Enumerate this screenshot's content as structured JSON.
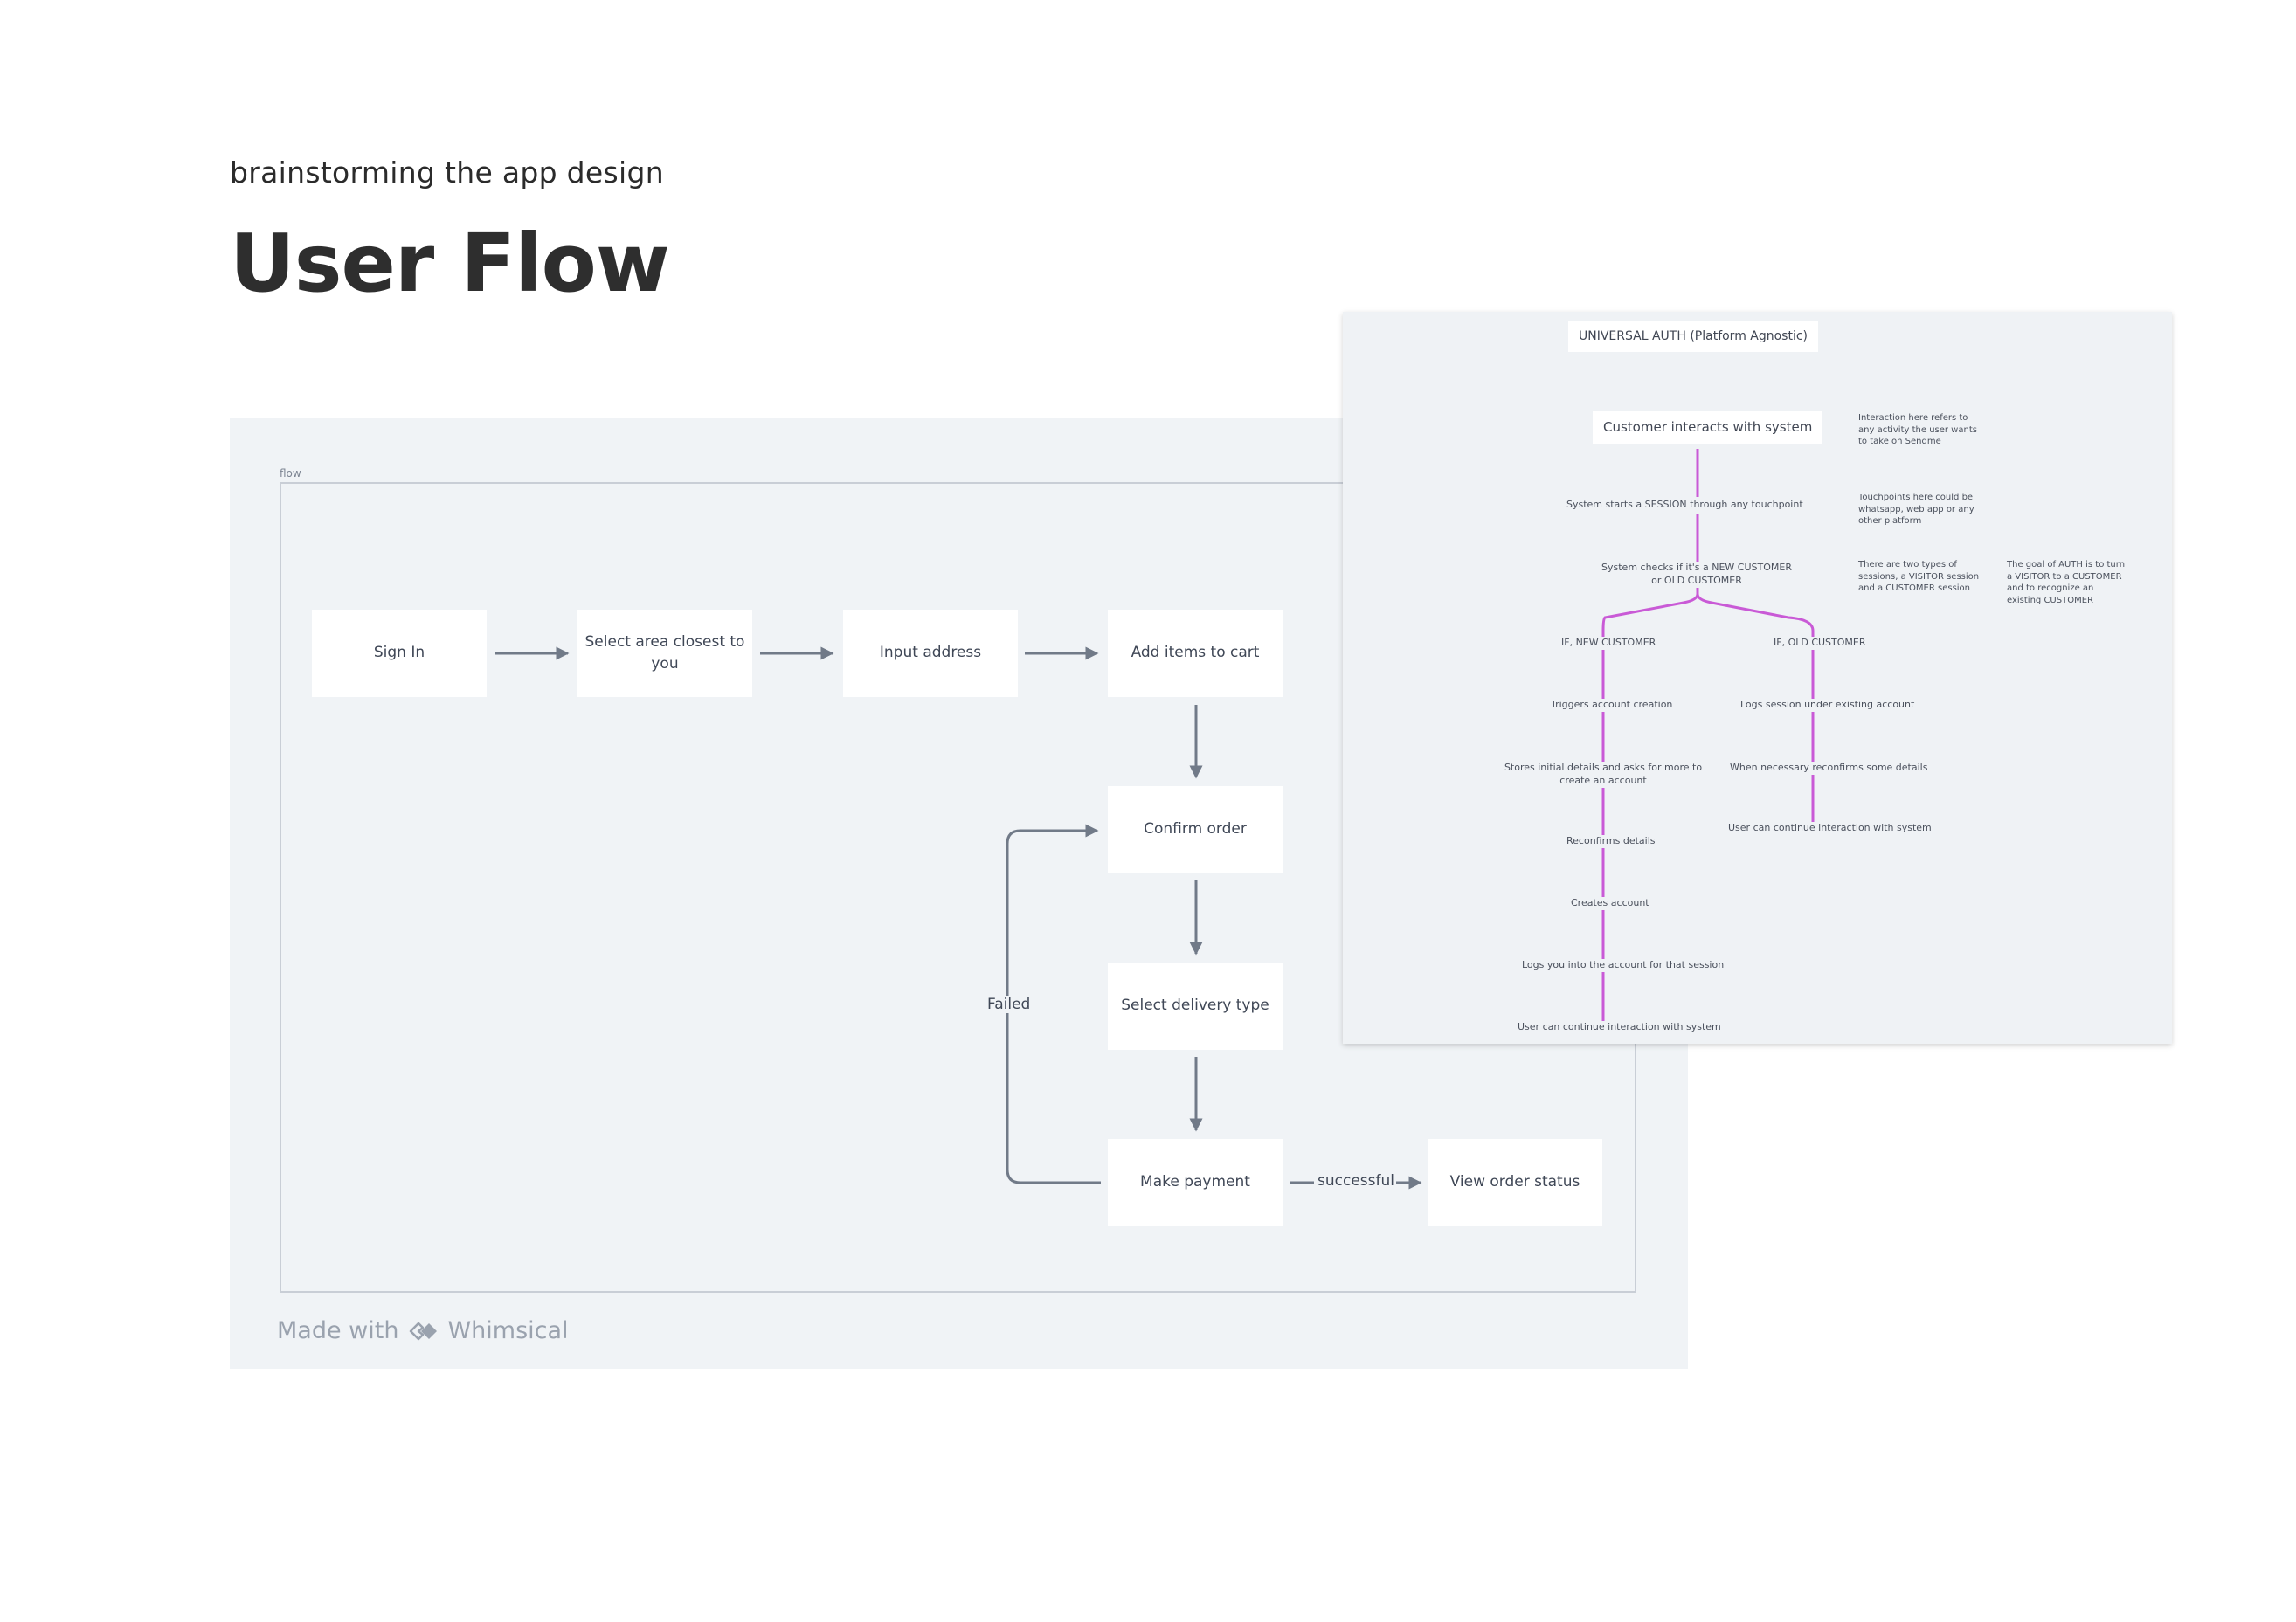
{
  "header": {
    "subtitle": "brainstorming the app design",
    "title": "User Flow"
  },
  "flow": {
    "frame_label": "flow",
    "nodes": {
      "sign_in": "Sign In",
      "select_area": "Select area closest to you",
      "input_address": "Input address",
      "add_items": "Add items to cart",
      "confirm_order": "Confirm order",
      "select_delivery": "Select delivery type",
      "make_payment": "Make payment",
      "view_status": "View order status"
    },
    "edge_labels": {
      "failed": "Failed",
      "successful": "successful"
    },
    "footer": {
      "made_with": "Made with",
      "brand": "Whimsical"
    }
  },
  "auth": {
    "title": "UNIVERSAL AUTH (Platform Agnostic)",
    "start": "Customer interacts with system",
    "session": "System starts a SESSION through any touchpoint",
    "check": "System checks if it's a NEW CUSTOMER  or  OLD CUSTOMER",
    "new_branch": "IF, NEW CUSTOMER",
    "old_branch": "IF, OLD CUSTOMER",
    "new_steps": [
      "Triggers account creation",
      "Stores initial details and asks for more to create an account",
      "Reconfirms details",
      "Creates account",
      "Logs you into the account for that session",
      "User can continue interaction with system"
    ],
    "old_steps": [
      "Logs session under existing account",
      "When necessary reconfirms some details",
      "User can continue interaction with system"
    ],
    "notes": [
      "Interaction here refers to any activity the user wants to take on Sendme",
      "Touchpoints here could be whatsapp, web app or any other platform",
      "There are two types of sessions, a VISITOR session and a CUSTOMER session",
      "The goal of AUTH is to turn a VISITOR to a CUSTOMER and to recognize an existing CUSTOMER"
    ],
    "line_color": "#c95ad6"
  },
  "colors": {
    "panel_bg": "#f0f3f6",
    "arrow": "#717a88",
    "title": "#2e2e2e"
  }
}
